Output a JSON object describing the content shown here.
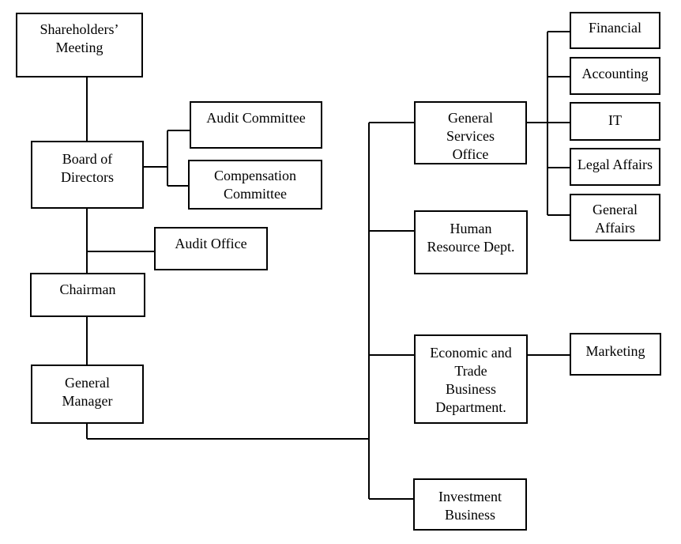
{
  "nodes": {
    "shareholders_meeting": "Shareholders’\nMeeting",
    "board_of_directors": "Board of\nDirectors",
    "audit_committee": "Audit Committee",
    "compensation_committee": "Compensation\nCommittee",
    "audit_office": "Audit Office",
    "chairman": "Chairman",
    "general_manager": "General\nManager",
    "general_services_office": "General\nServices\nOffice",
    "human_resource_dept": "Human\nResource Dept.",
    "economic_trade_business_dept": "Economic and\nTrade\nBusiness\nDepartment.",
    "investment_business": "Investment\nBusiness",
    "financial": "Financial",
    "accounting": "Accounting",
    "it": "IT",
    "legal_affairs": "Legal Affairs",
    "general_affairs": "General\nAffairs",
    "marketing": "Marketing"
  }
}
